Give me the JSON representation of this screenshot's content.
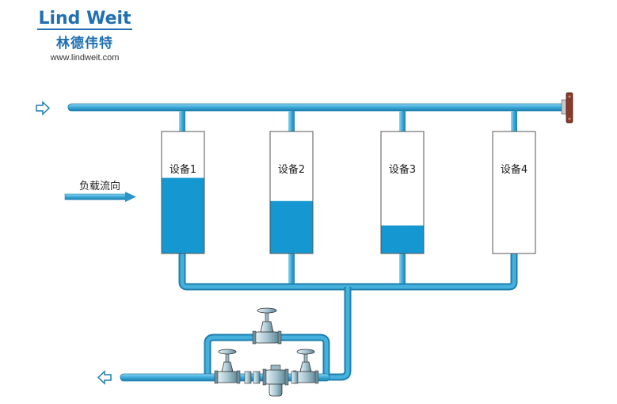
{
  "logo": {
    "brand": "Lind Weit",
    "brand_cn": "林德伟特",
    "url": "www.lindweit.com"
  },
  "load_flow_label": "负载流向",
  "devices": [
    {
      "label": "设备1",
      "fill": 0.62
    },
    {
      "label": "设备2",
      "fill": 0.43
    },
    {
      "label": "设备3",
      "fill": 0.23
    },
    {
      "label": "设备4",
      "fill": 0.0
    }
  ],
  "colors": {
    "pipe": "#3aa9d8",
    "pipe_dark": "#1e7fae",
    "water": "#1598d2",
    "flange": "#8a3a2a"
  }
}
